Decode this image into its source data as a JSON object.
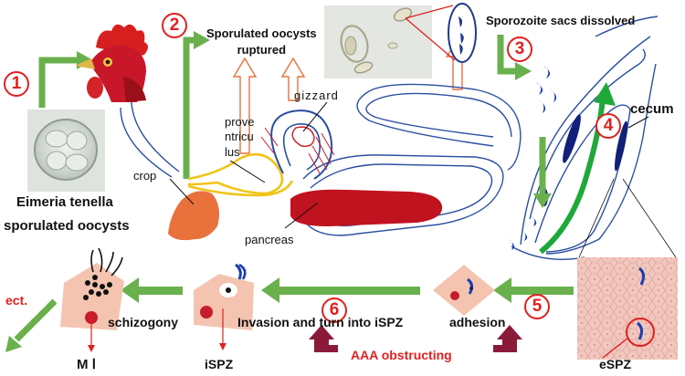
{
  "title_labels": {
    "oocysts_title": "Eimeria tenella",
    "oocysts_sub": "sporulated oocysts",
    "ruptured": "Sporulated oocysts\nruptured",
    "dissolved": "Sporozoite sacs dissolved"
  },
  "organs": {
    "crop": "crop",
    "proventriculus": "prove\nntricu\nlus",
    "gizzard": "gizzard",
    "pancreas": "pancreas",
    "cecum": "cecum"
  },
  "stages": {
    "schizogony": "schizogony",
    "invasion": "Invasion and turn into iSPZ",
    "adhesion": "adhesion",
    "ect": "ect.",
    "mi": "M Ⅰ",
    "ispz": "iSPZ",
    "espz": "eSPZ",
    "obstructing": "AAA obstructing"
  },
  "steps": [
    "1",
    "2",
    "3",
    "4",
    "5",
    "6"
  ],
  "colors": {
    "step_red": "#e02020",
    "arrow_green": "#6ab04c",
    "cecum_arrow": "#1fa83a",
    "pancreas": "#c1121f",
    "crop": "#e8713c",
    "gut_outline": "#2a4fa0",
    "cell_pink": "#f4c4b0",
    "maroon": "#8b1a3a"
  }
}
